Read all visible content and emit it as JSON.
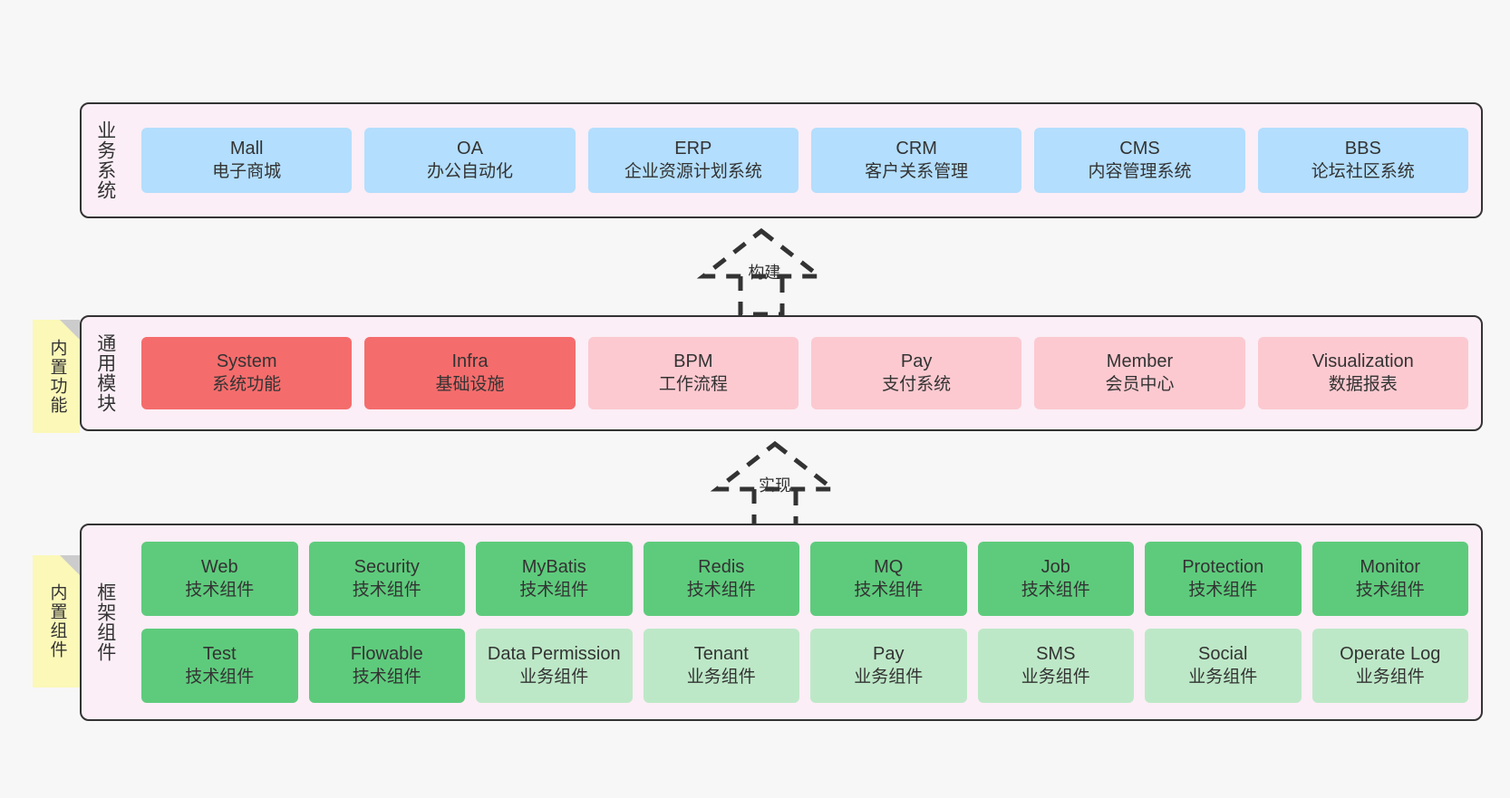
{
  "layers": {
    "business": {
      "title": "业务系统",
      "items": [
        {
          "en": "Mall",
          "cn": "电子商城"
        },
        {
          "en": "OA",
          "cn": "办公自动化"
        },
        {
          "en": "ERP",
          "cn": "企业资源计划系统"
        },
        {
          "en": "CRM",
          "cn": "客户关系管理"
        },
        {
          "en": "CMS",
          "cn": "内容管理系统"
        },
        {
          "en": "BBS",
          "cn": "论坛社区系统"
        }
      ]
    },
    "modules": {
      "title": "通用模块",
      "note": "内置功能",
      "items": [
        {
          "en": "System",
          "cn": "系统功能",
          "color": "red"
        },
        {
          "en": "Infra",
          "cn": "基础设施",
          "color": "red"
        },
        {
          "en": "BPM",
          "cn": "工作流程",
          "color": "pink"
        },
        {
          "en": "Pay",
          "cn": "支付系统",
          "color": "pink"
        },
        {
          "en": "Member",
          "cn": "会员中心",
          "color": "pink"
        },
        {
          "en": "Visualization",
          "cn": "数据报表",
          "color": "pink"
        }
      ]
    },
    "framework": {
      "title": "框架组件",
      "note": "内置组件",
      "items": [
        {
          "en": "Web",
          "cn": "技术组件",
          "color": "green"
        },
        {
          "en": "Security",
          "cn": "技术组件",
          "color": "green"
        },
        {
          "en": "MyBatis",
          "cn": "技术组件",
          "color": "green"
        },
        {
          "en": "Redis",
          "cn": "技术组件",
          "color": "green"
        },
        {
          "en": "MQ",
          "cn": "技术组件",
          "color": "green"
        },
        {
          "en": "Job",
          "cn": "技术组件",
          "color": "green"
        },
        {
          "en": "Protection",
          "cn": "技术组件",
          "color": "green"
        },
        {
          "en": "Monitor",
          "cn": "技术组件",
          "color": "green"
        },
        {
          "en": "Test",
          "cn": "技术组件",
          "color": "green"
        },
        {
          "en": "Flowable",
          "cn": "技术组件",
          "color": "green"
        },
        {
          "en": "Data Permission",
          "cn": "业务组件",
          "color": "lgreen"
        },
        {
          "en": "Tenant",
          "cn": "业务组件",
          "color": "lgreen"
        },
        {
          "en": "Pay",
          "cn": "业务组件",
          "color": "lgreen"
        },
        {
          "en": "SMS",
          "cn": "业务组件",
          "color": "lgreen"
        },
        {
          "en": "Social",
          "cn": "业务组件",
          "color": "lgreen"
        },
        {
          "en": "Operate Log",
          "cn": "业务组件",
          "color": "lgreen"
        }
      ]
    }
  },
  "connectors": {
    "build": "构建",
    "implement": "实现"
  },
  "colors": {
    "band_background": "#fbeef6",
    "band_border": "#333333",
    "blue": "#b3defd",
    "red": "#f56c6c",
    "pink": "#fcc9d0",
    "green": "#5ecb7c",
    "light_green": "#bde8c7",
    "note": "#fbf8b8",
    "note_fold": "#cccccc",
    "page_background": "#f7f7f7"
  }
}
